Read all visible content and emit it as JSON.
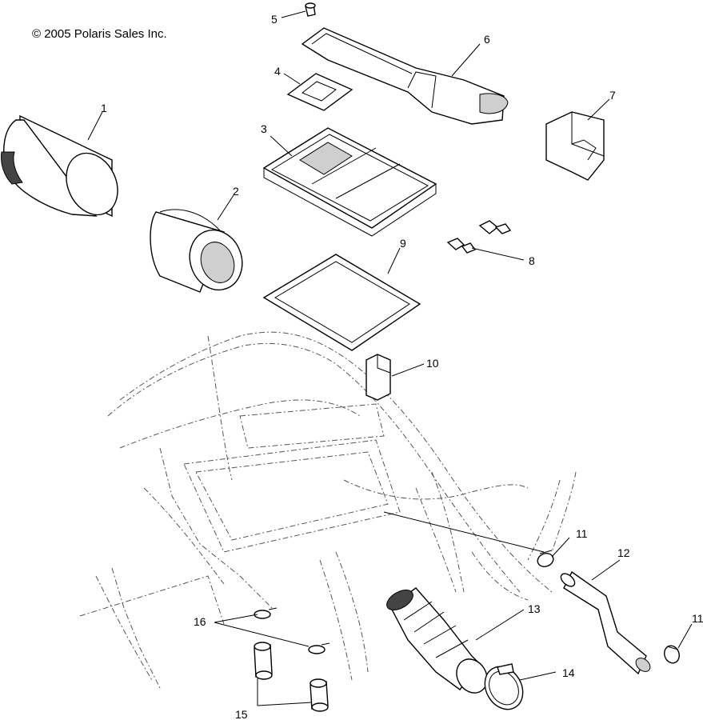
{
  "copyright": "© 2005 Polaris Sales Inc.",
  "callouts": {
    "c1": "1",
    "c2": "2",
    "c3": "3",
    "c4": "4",
    "c5": "5",
    "c6": "6",
    "c7": "7",
    "c8": "8",
    "c9": "9",
    "c10": "10",
    "c11a": "11",
    "c11b": "11",
    "c12": "12",
    "c13": "13",
    "c14": "14",
    "c15": "15",
    "c16": "16"
  }
}
